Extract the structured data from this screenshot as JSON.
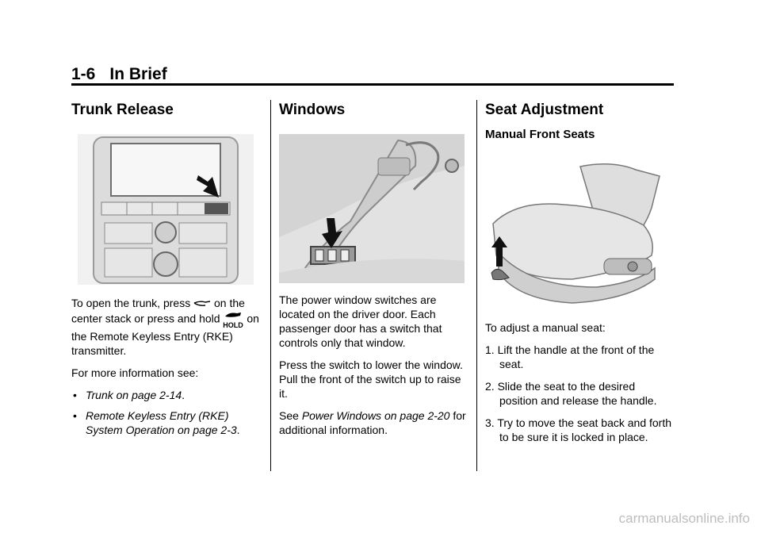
{
  "header": {
    "page_number": "1-6",
    "section": "In Brief"
  },
  "trunk": {
    "title": "Trunk Release",
    "text_a": "To open the trunk, press",
    "text_b": "on the center stack or press and hold",
    "text_c": "on the Remote Keyless Entry (RKE) transmitter.",
    "more_info": "For more information see:",
    "ref_1": "Trunk on page 2-14",
    "ref_1_end": ".",
    "ref_2": "Remote Keyless Entry (RKE) System Operation on page 2-3",
    "ref_2_end": "."
  },
  "windows": {
    "title": "Windows",
    "para_1": "The power window switches are located on the driver door. Each passenger door has a switch that controls only that window.",
    "para_2": "Press the switch to lower the window. Pull the front of the switch up to raise it.",
    "see": "See",
    "see_ref": "Power Windows on page 2-20",
    "see_tail": "for additional information."
  },
  "seat": {
    "title": "Seat Adjustment",
    "subtitle": "Manual Front Seats",
    "intro": "To adjust a manual seat:",
    "steps": [
      "1. Lift the handle at the front of the seat.",
      "2. Slide the seat to the desired position and release the handle.",
      "3. Try to move the seat back and forth to be sure it is locked in place."
    ]
  },
  "icons": {
    "trunk_icon": "trunk-release-icon",
    "key_icon": "rke-trunk-hold-icon"
  },
  "watermark": "carmanualsonline.info"
}
